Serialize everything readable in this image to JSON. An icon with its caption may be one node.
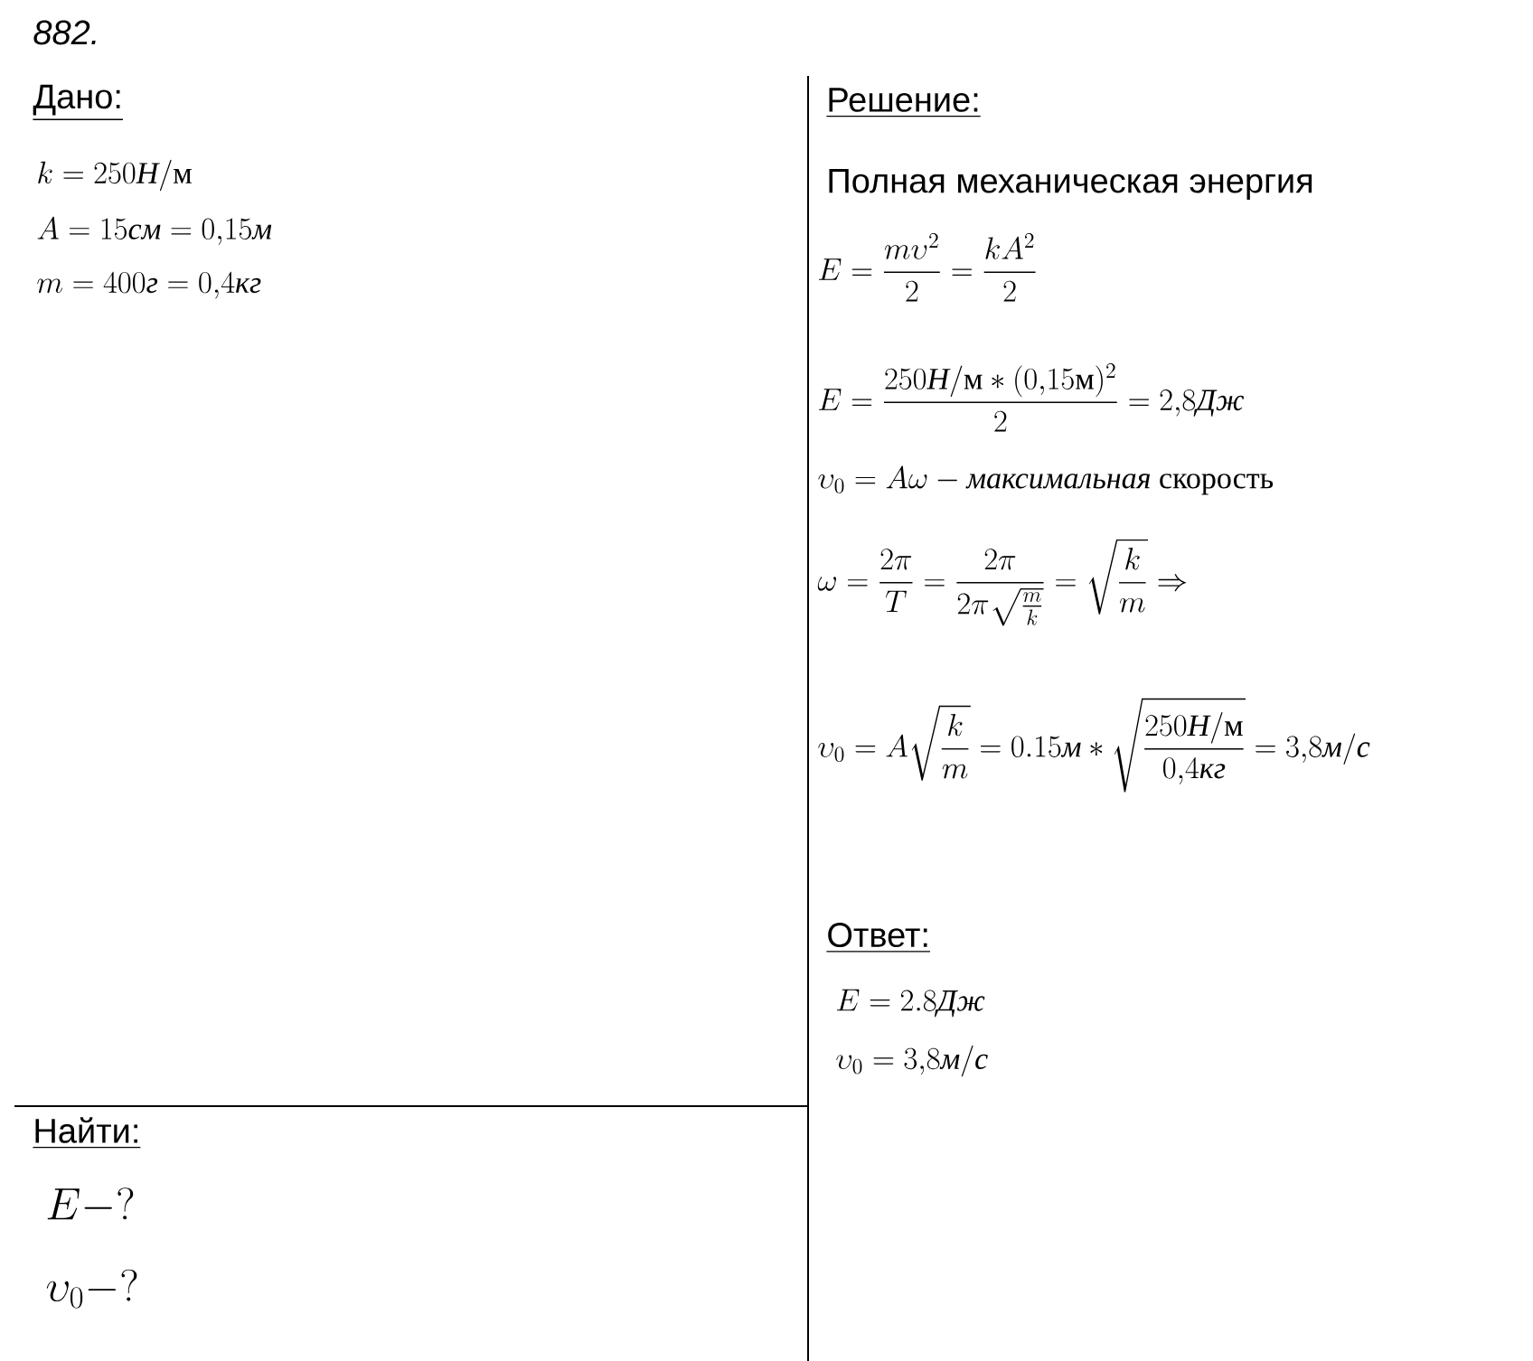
{
  "diagram": {
    "title": "882.",
    "labels": [
      "Дано:",
      "k = 250\\textit{Н} / \\text{м}",
      "A = 15\\textit{см} = 0{,}15\\textit{м}",
      "m = 400\\textit{г} = 0{,}4\\textit{кг}",
      "Найти:",
      "E - ?",
      "\\upsilon_0 - ?",
      "Решение:",
      "Полная механическая энергия",
      "E = \\frac{m\\upsilon^2}{2} = \\frac{kA^2}{2}",
      "E = \\frac{250\\textit{Н} / \\text{м}*(0{,}15\\text{м})^2}{2} = 2{,}8\\textit{Дж}",
      "\\upsilon_0 = A\\omega - \\textit{максимальная}\\text{ скорость}",
      "\\omega = \\frac{2\\pi}{T} = \\frac{2\\pi}{2\\pi\\sqrt{\\frac{m}{k}}} = \\sqrt{\\frac{k}{m}} \\Rightarrow",
      "\\upsilon_0 = A\\sqrt{\\frac{k}{m}} = 0.15\\textit{м} * \\sqrt{\\frac{250\\textit{Н} / \\text{м}}{0{,}4\\textit{кг}}} = 3{,}8\\textit{м} / \\textit{с}",
      "Ответ:",
      "E = 2.8\\textit{Дж}",
      "\\upsilon_0 = 3{,}8\\textit{м} / \\textit{с}"
    ]
  }
}
